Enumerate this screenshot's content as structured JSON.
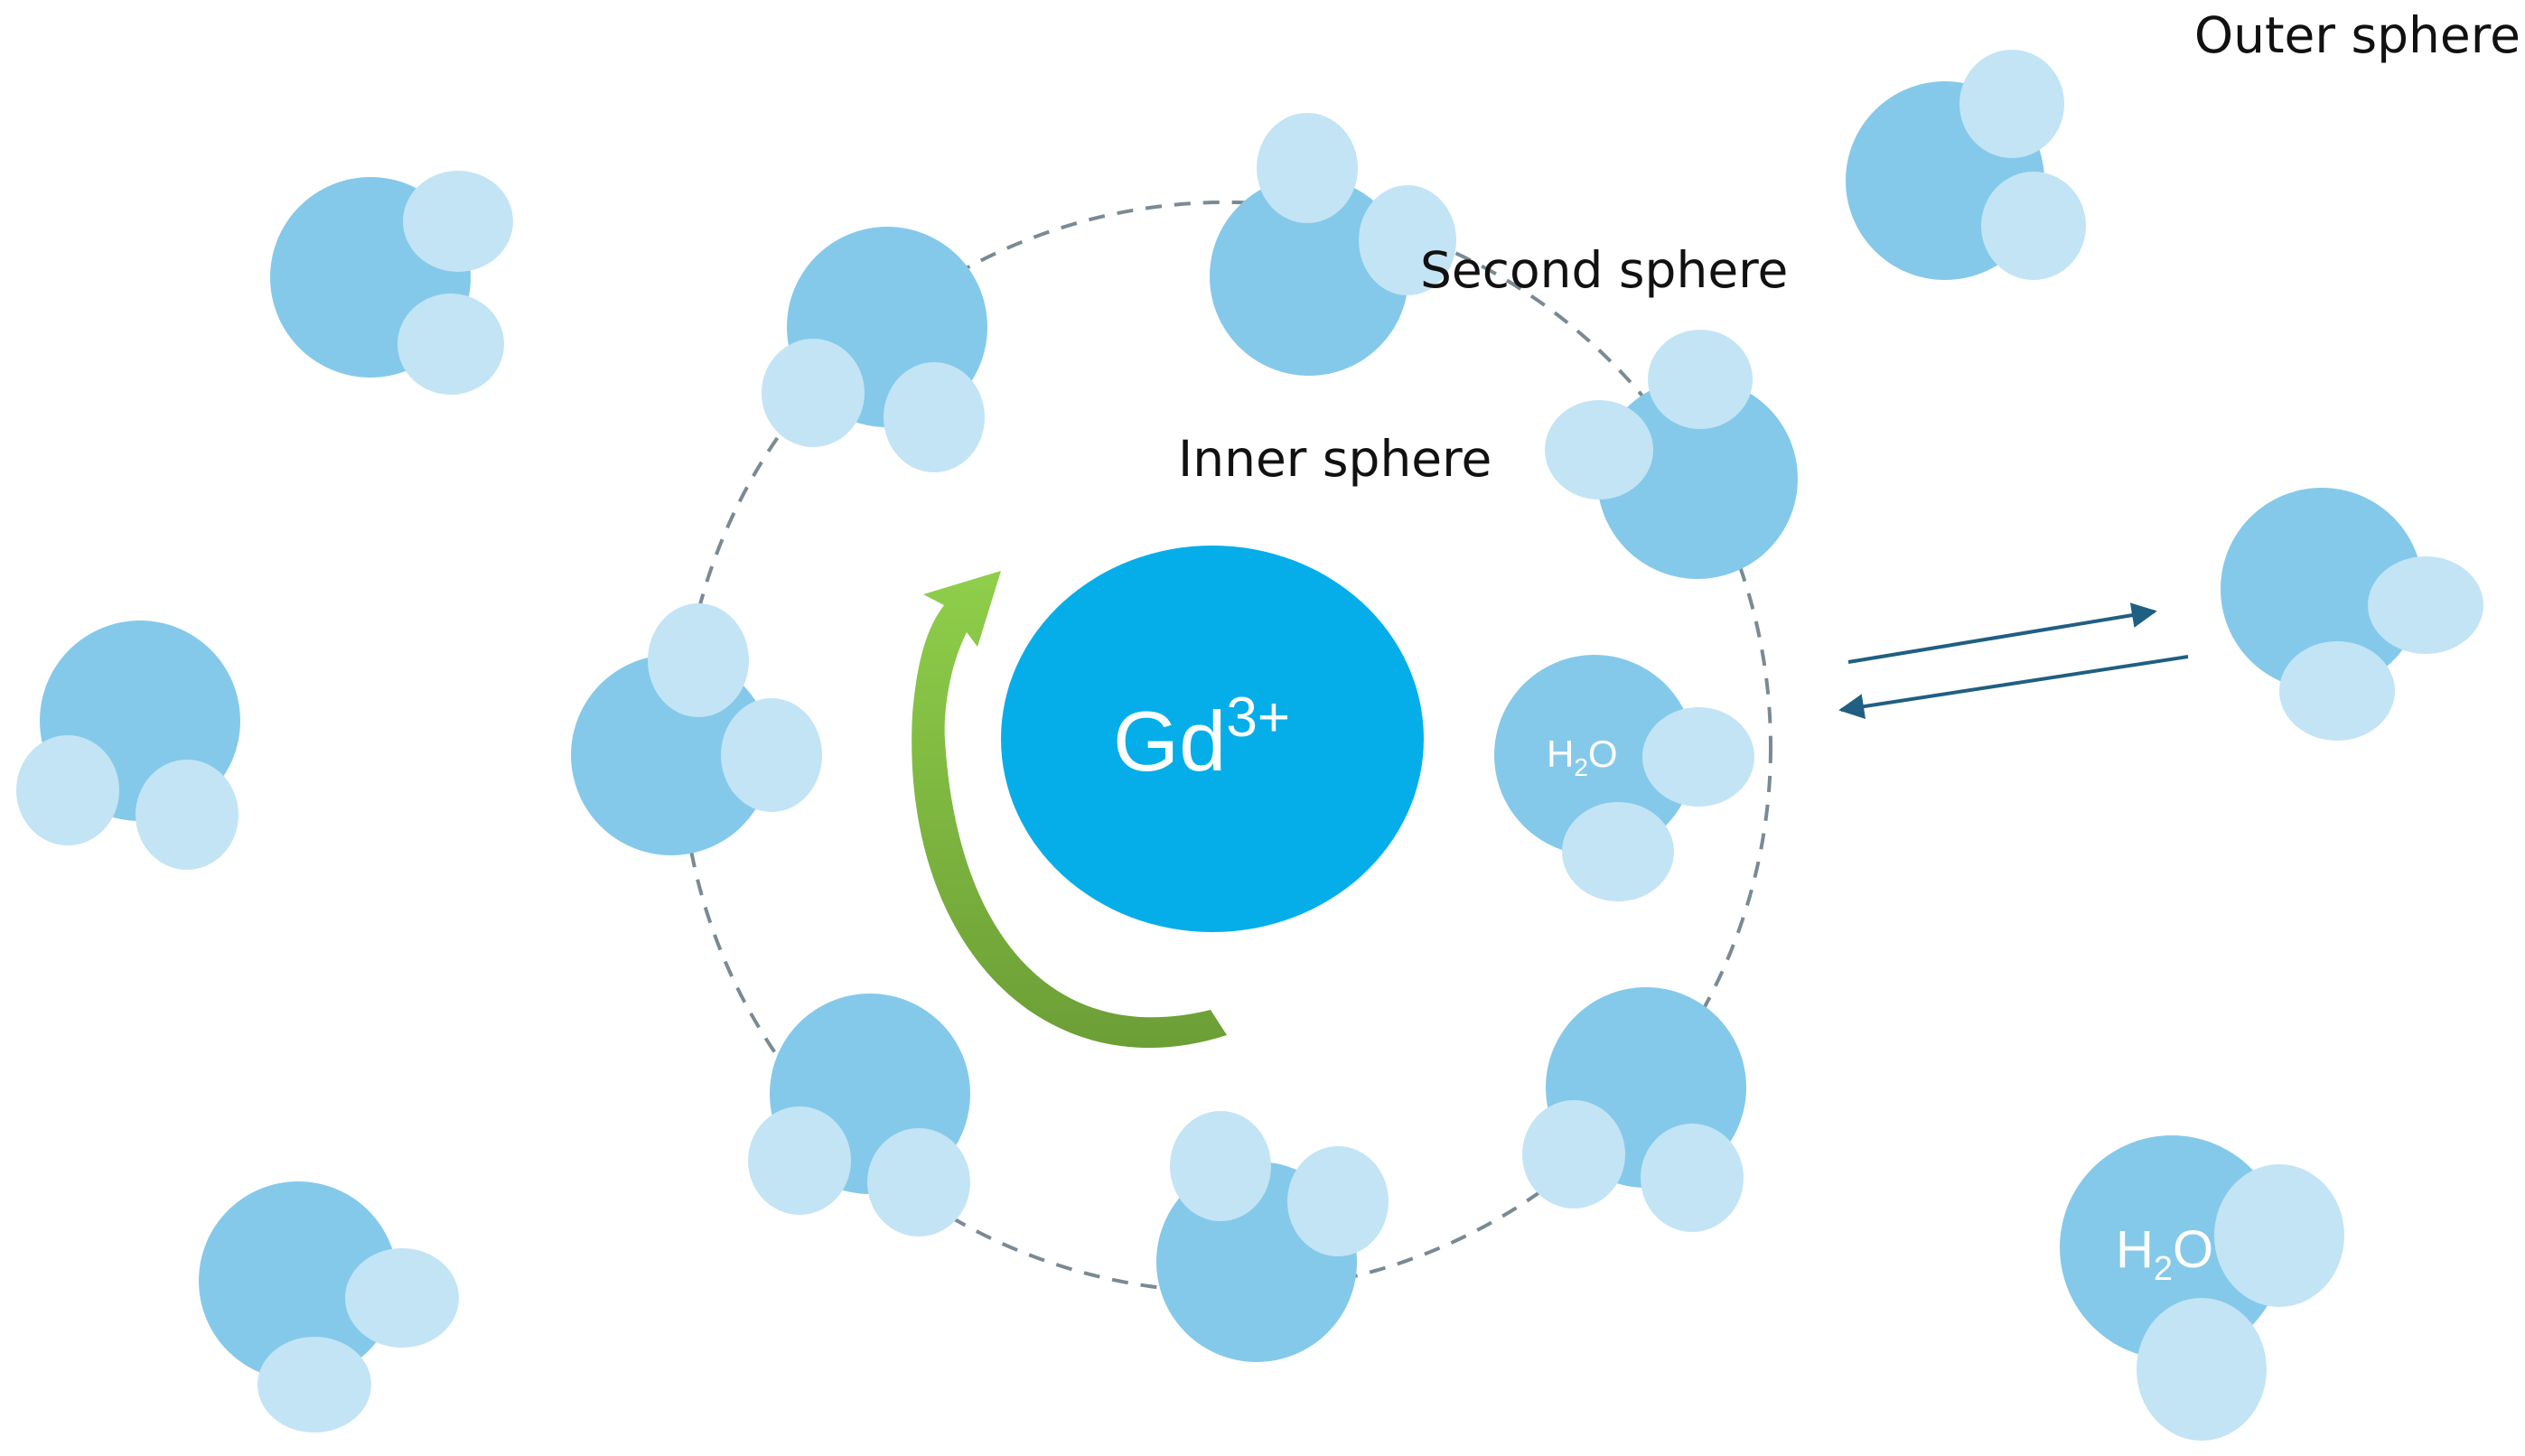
{
  "labels": {
    "outer_sphere": "Outer sphere",
    "second_sphere": "Second sphere",
    "inner_sphere": "Inner sphere"
  },
  "ion": {
    "symbol": "Gd",
    "charge": "3+",
    "color": "#06aee9"
  },
  "water": {
    "label_main": "H",
    "label_sub": "2",
    "label_end": "O",
    "oxygen_color": "#85c9ea",
    "hydrogen_color": "#c3e4f5"
  },
  "colors": {
    "rotation_arrow_start": "#8fcf4a",
    "rotation_arrow_end": "#6c9e36",
    "exchange_arrows": "#1f5f82",
    "sphere_boundary": "#7a8a94"
  }
}
